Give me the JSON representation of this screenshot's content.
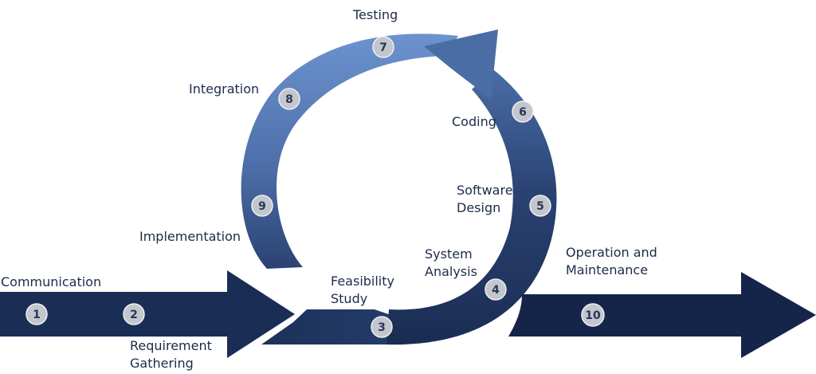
{
  "stages": [
    {
      "number": "1",
      "label": "Communication"
    },
    {
      "number": "2",
      "label": "Requirement Gathering"
    },
    {
      "number": "3",
      "label": "Feasibility Study"
    },
    {
      "number": "4",
      "label": "System Analysis"
    },
    {
      "number": "5",
      "label": "Software Design"
    },
    {
      "number": "6",
      "label": "Coding"
    },
    {
      "number": "7",
      "label": "Testing"
    },
    {
      "number": "8",
      "label": "Integration"
    },
    {
      "number": "9",
      "label": "Implementation"
    },
    {
      "number": "10",
      "label": "Operation and Maintenance"
    }
  ],
  "colors": {
    "dark_navy": "#182a4f",
    "mid_navy": "#223a66",
    "light_blue": "#6c93cf",
    "badge": "#c3c6cd",
    "text": "#1d2b4a"
  }
}
